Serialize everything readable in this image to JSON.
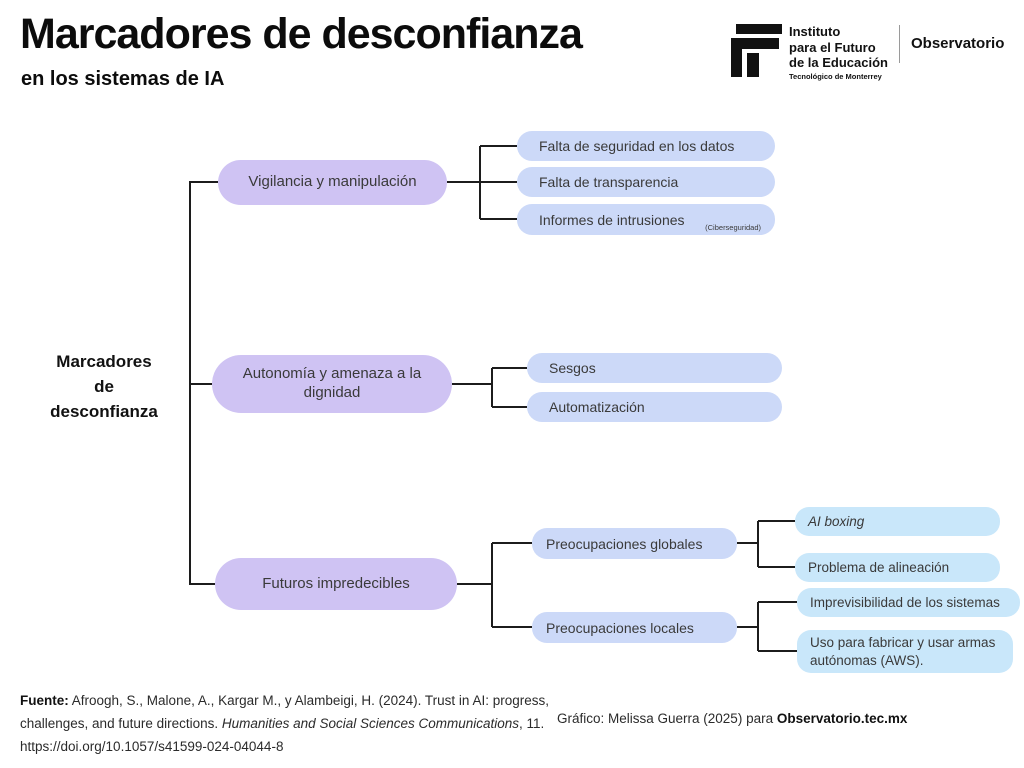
{
  "header": {
    "title": "Marcadores de desconfianza",
    "subtitle": "en los sistemas de IA"
  },
  "logo": {
    "org_line1": "Instituto",
    "org_line2": "para el Futuro",
    "org_line3": "de la Educación",
    "org_tagline": "Tecnológico de Monterrey",
    "brand": "Observatorio"
  },
  "diagram": {
    "root_label": "Marcadores\nde\ndesconfianza",
    "nodes": {
      "vigilancia": "Vigilancia y manipulación",
      "falta_seguridad": "Falta de seguridad en los datos",
      "falta_transparencia": "Falta de transparencia",
      "informes": "Informes de intrusiones",
      "informes_note": "(Ciberseguridad)",
      "autonomia": "Autonomía y amenaza a la dignidad",
      "sesgos": "Sesgos",
      "automatizacion": "Automatización",
      "futuros": "Futuros impredecibles",
      "preocupaciones_globales": "Preocupaciones globales",
      "preocupaciones_locales": "Preocupaciones locales",
      "ai_boxing": "AI boxing",
      "problema_alineacion": "Problema de alineación",
      "imprevisibilidad": "Imprevisibilidad de los sistemas",
      "uso_armas": "Uso para fabricar y usar armas  autónomas (AWS)."
    },
    "colors": {
      "branch_fill": "#cfc3f3",
      "child_fill": "#ccd9f8",
      "grandchild_fill": "#c9e7fa",
      "line_color": "#1c1c1c"
    }
  },
  "footer": {
    "fuente_label": "Fuente:",
    "fuente_text1": "Afroogh, S., Malone, A., Kargar M., y Alambeigi, H. (2024). Trust in AI: progress, challenges, and future directions.",
    "fuente_italic": "Humanities and Social Sciences Communications",
    "fuente_text2": ", 11. https://doi.org/10.1057/s41599-024-04044-8",
    "credit_prefix": "Gráfico: Melissa Guerra (2025) para",
    "credit_site": "Observatorio.tec.mx"
  }
}
